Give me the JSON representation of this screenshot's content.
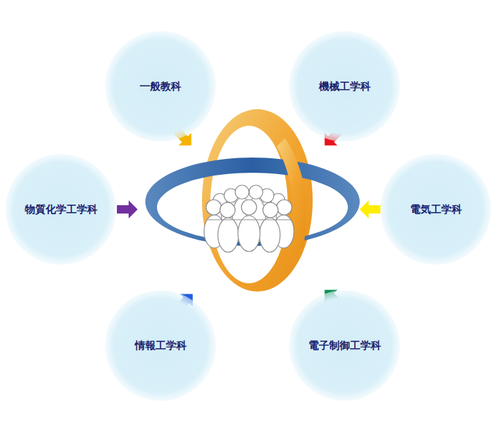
{
  "diagram": {
    "nodes": [
      {
        "text": [
          "一般教科"
        ]
      },
      {
        "text": [
          "機械工学科"
        ]
      },
      {
        "text": [
          "物質化学工学科"
        ]
      },
      {
        "text": [
          "電気工学科"
        ]
      },
      {
        "text": [
          "情報工学科"
        ]
      },
      {
        "text": [
          "電子制御工学科"
        ]
      }
    ]
  }
}
